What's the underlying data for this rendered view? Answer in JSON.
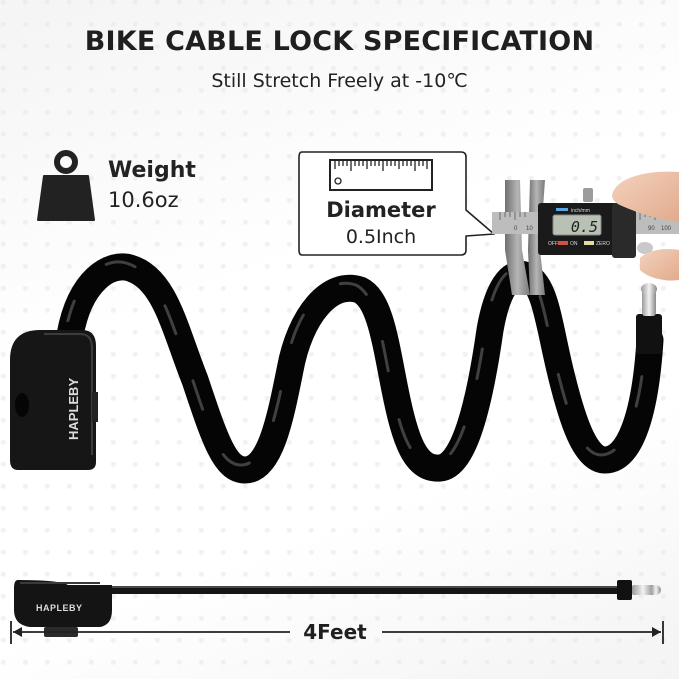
{
  "header": {
    "title": "BIKE CABLE LOCK SPECIFICATION",
    "subtitle": "Still Stretch Freely at -10℃"
  },
  "specs": {
    "weight": {
      "label": "Weight",
      "value": "10.6oz",
      "icon": "weight-icon"
    },
    "diameter": {
      "label": "Diameter",
      "value": "0.5Inch",
      "icon": "ruler-icon"
    },
    "length": {
      "value": "4Feet",
      "icon": "double-arrow-dimension"
    }
  },
  "caliper": {
    "display_reading": "0.5",
    "unit_button": "inch/mm",
    "off_label": "OFF",
    "on_label": "ON",
    "zero_label": "ZERO",
    "scale_marks": [
      "0",
      "10",
      "90",
      "100"
    ]
  },
  "product": {
    "brand": "HAPLEBY",
    "cable_color": "#0d0d0d",
    "key_tip_color": "#c8c8c8"
  },
  "colors": {
    "text": "#222222",
    "background": "#ffffff",
    "caliper_body": "#1a1a1a",
    "lcd": "#b9c1b4",
    "off_on_button": "#d2504a",
    "zero_button": "#e8d9a0",
    "unit_button": "#5aa6e0"
  }
}
